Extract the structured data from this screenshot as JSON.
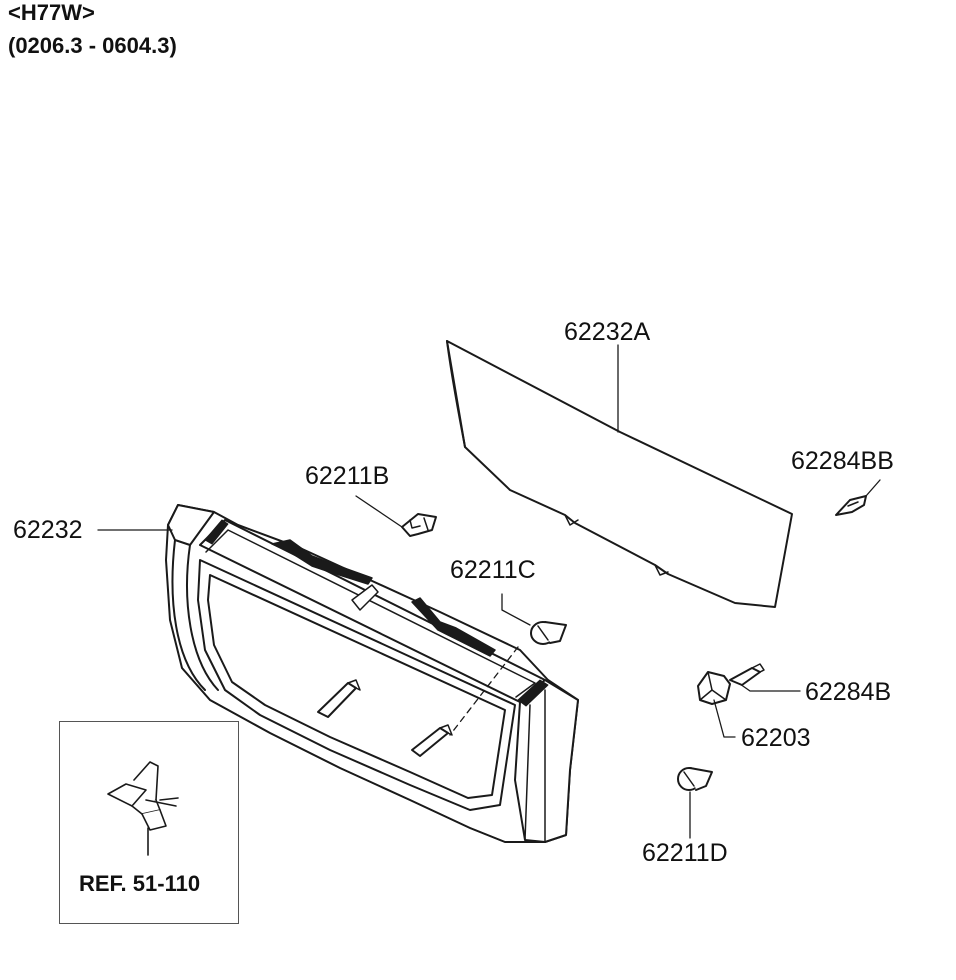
{
  "header": {
    "model_code": "<H77W>",
    "production_range": "(0206.3 - 0604.3)"
  },
  "callouts": {
    "p62232A": "62232A",
    "p62284BB": "62284BB",
    "p62211B": "62211B",
    "p62232": "62232",
    "p62211C": "62211C",
    "p62284B": "62284B",
    "p62203": "62203",
    "p62211D": "62211D"
  },
  "reference": {
    "label": "REF. 51-110"
  },
  "colors": {
    "line": "#1a1a1a",
    "fill": "#ffffff",
    "box_border": "#555555"
  }
}
